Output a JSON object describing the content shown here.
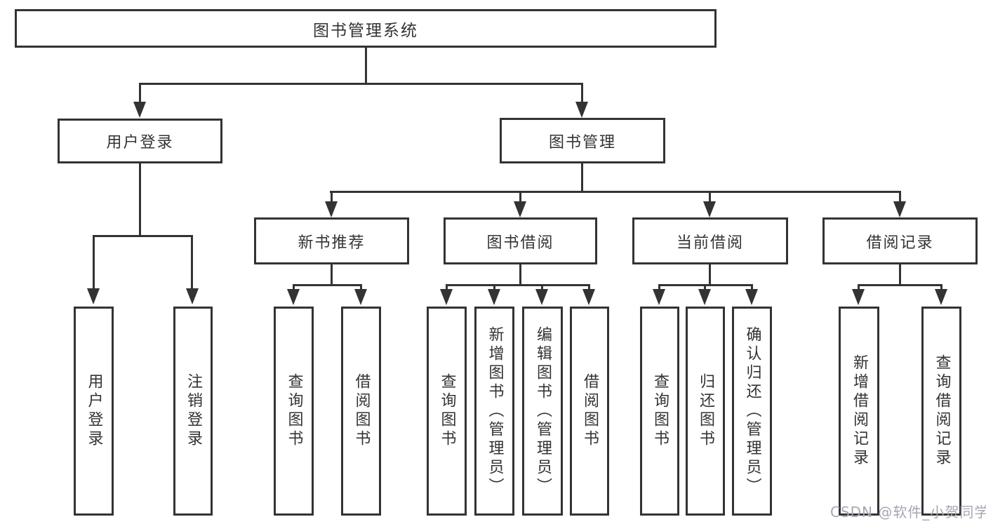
{
  "diagram": {
    "root": "图书管理系统",
    "user_login": {
      "label": "用户登录",
      "children": [
        "用户登录",
        "注销登录"
      ]
    },
    "book_mgmt": {
      "label": "图书管理",
      "groups": [
        {
          "label": "新书推荐",
          "children": [
            "查询图书",
            "借阅图书"
          ]
        },
        {
          "label": "图书借阅",
          "children": [
            "查询图书",
            "新增图书（管理员）",
            "编辑图书（管理员）",
            "借阅图书"
          ]
        },
        {
          "label": "当前借阅",
          "children": [
            "查询图书",
            "归还图书",
            "确认归还（管理员）"
          ]
        },
        {
          "label": "借阅记录",
          "children": [
            "新增借阅记录",
            "查询借阅记录"
          ]
        }
      ]
    },
    "watermark": "CSDN @软件_小贺同学",
    "colors": {
      "line": "#333333",
      "text": "#333333",
      "watermark": "#a6a6b2",
      "background": "#ffffff"
    }
  }
}
